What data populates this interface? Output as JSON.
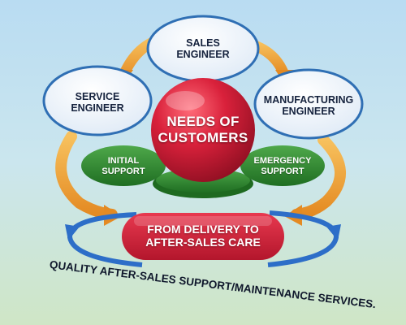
{
  "diagram": {
    "nodes": {
      "sales_engineer": [
        "SALES",
        "ENGINEER"
      ],
      "service_engineer": [
        "SERVICE",
        "ENGINEER"
      ],
      "manufacturing_engineer": [
        "MANUFACTURING",
        "ENGINEER"
      ],
      "needs_of_customers": [
        "NEEDS OF",
        "CUSTOMERS"
      ],
      "initial_support": [
        "INITIAL",
        "SUPPORT"
      ],
      "emergency_support": [
        "EMERGENCY",
        "SUPPORT"
      ],
      "delivery": [
        "FROM DELIVERY TO",
        "AFTER-SALES CARE"
      ]
    },
    "footer": "QUALITY AFTER-SALES SUPPORT/MAINTENANCE SERVICES."
  },
  "colors": {
    "background_top": "#b9dcf2",
    "background_bottom": "#cfe6c6",
    "orange_arrow": "#f0a63b",
    "blue_arrow": "#2d6ec8",
    "red_accent": "#d0203a",
    "green_disc": "#2f8a2f",
    "node_fill": "#eef5fb",
    "node_border": "#2f6fb4"
  }
}
